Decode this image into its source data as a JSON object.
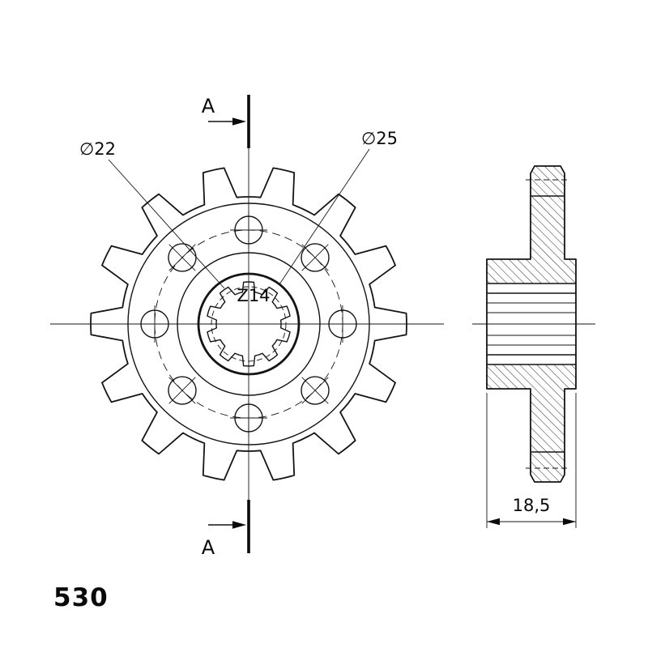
{
  "drawing_type": "sprocket-technical-drawing",
  "part_number": "530",
  "front_view": {
    "bore_diameter_label": "∅22",
    "outer_diameter_label": "∅25",
    "teeth_count_label": "Z14",
    "section_letter_top": "A",
    "section_letter_bottom": "A"
  },
  "side_view": {
    "width_label": "18,5"
  },
  "geometry": {
    "teeth_count": 14,
    "bolt_holes": 8,
    "spline_count": 10
  },
  "colors": {
    "line": "#141414",
    "background": "#ffffff"
  }
}
